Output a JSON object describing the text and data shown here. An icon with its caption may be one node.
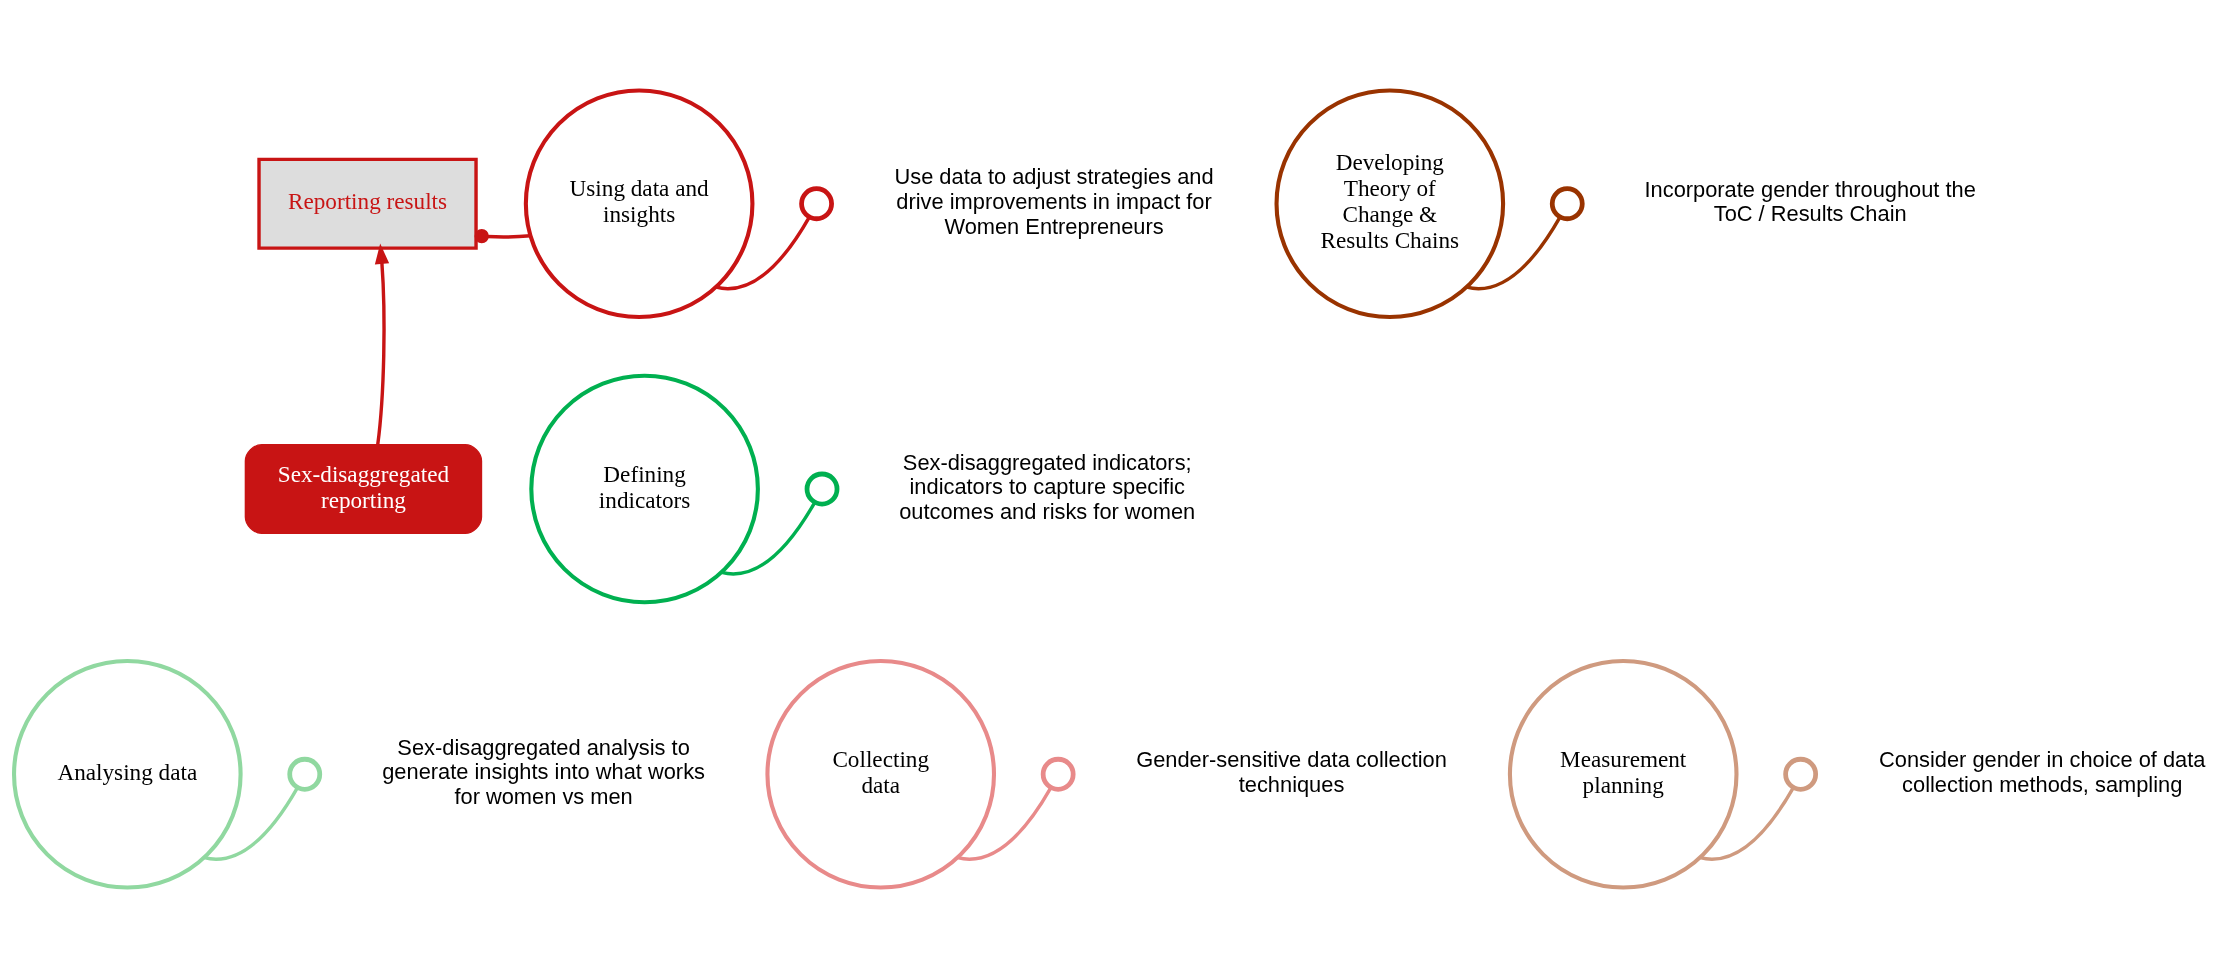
{
  "diagram": {
    "nodes": [
      {
        "text": [
          "Using data and insights"
        ]
      },
      {
        "text": [],
        "shape": "circle",
        "beside": [
          "Use data to adjust strategies and drive improvements in impact for Women Entrepreneurs"
        ]
      },
      {
        "text": [
          "Reporting results"
        ]
      },
      {
        "text": [
          "Sex-disaggregated reporting"
        ]
      },
      {
        "text": [
          "Developing Theory of Change & Results Chains"
        ]
      },
      {
        "text": [],
        "shape": "circle",
        "beside": [
          "Incorporate gender throughout the ToC / Results Chain"
        ]
      },
      {
        "text": [
          "Defining indicators"
        ]
      },
      {
        "text": [],
        "shape": "circle",
        "beside": [
          "Sex-disaggregated indicators; indicators to capture specific outcomes and risks for women"
        ]
      },
      {
        "text": [
          "Analysing data"
        ]
      },
      {
        "text": [],
        "shape": "circle",
        "beside": [
          "Sex-disaggregated analysis to generate insights into what works for women vs men"
        ]
      },
      {
        "text": [
          "Collecting data"
        ]
      },
      {
        "text": [],
        "shape": "circle",
        "beside": [
          "Gender-sensitive data collection techniques"
        ]
      },
      {
        "text": [
          "Measurement planning"
        ]
      },
      {
        "text": [],
        "shape": "circle",
        "beside": [
          "Consider gender in choice of data collection methods, sampling"
        ]
      }
    ],
    "edges": [
      {
        "from": 0,
        "to": 1,
        "arrow": "none",
        "color": "#c81414"
      },
      {
        "from": 0,
        "to": 2,
        "arrow": "other",
        "color": "#c81414"
      },
      {
        "from": 3,
        "to": 2,
        "arrow": "to",
        "color": "#c81414"
      },
      {
        "from": 4,
        "to": 5,
        "arrow": "none",
        "color": "#993300"
      },
      {
        "from": 6,
        "to": 7,
        "arrow": "none",
        "color": "#00b050"
      },
      {
        "from": 8,
        "to": 9,
        "arrow": "none",
        "color": "#90d8a0"
      },
      {
        "from": 10,
        "to": 11,
        "arrow": "none",
        "color": "#e88a8a"
      },
      {
        "from": 12,
        "to": 13,
        "arrow": "none",
        "color": "#cf9a7f"
      }
    ]
  }
}
